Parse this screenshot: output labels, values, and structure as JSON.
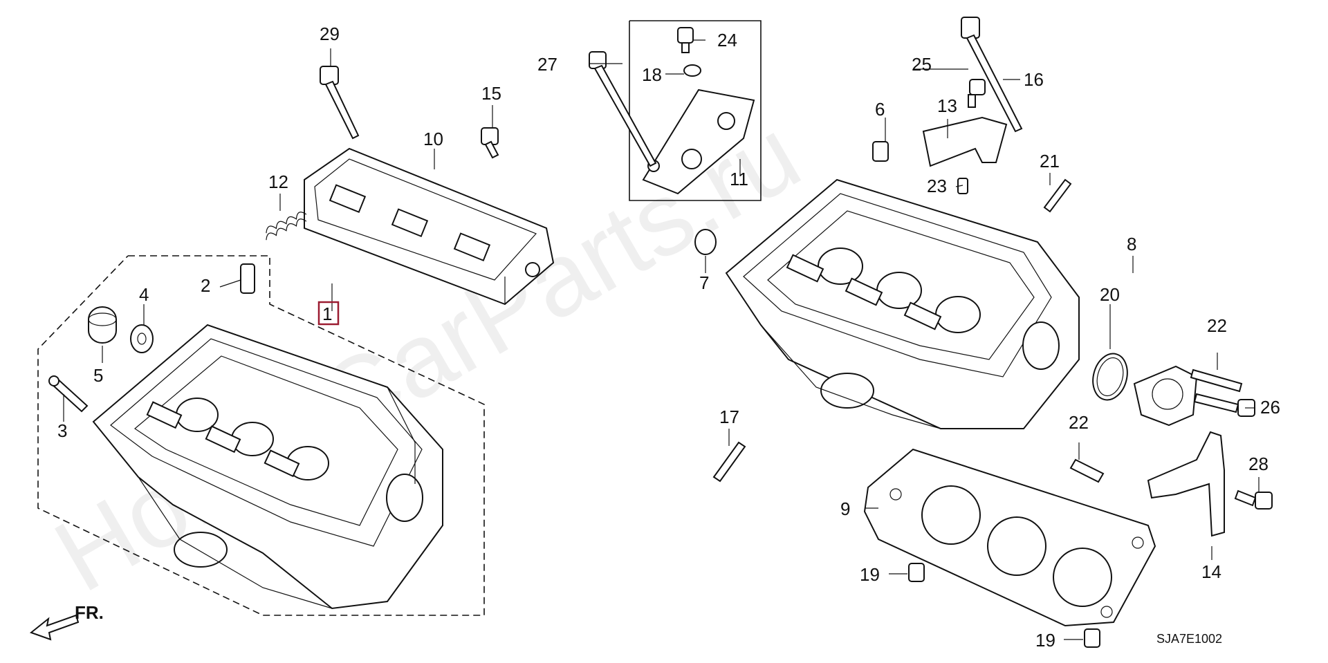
{
  "watermark": "HondaCarParts.ru",
  "diagram_code": "SJA7E1002",
  "front_marker": "FR.",
  "callouts": [
    {
      "id": "1",
      "highlighted": true
    },
    {
      "id": "2"
    },
    {
      "id": "3"
    },
    {
      "id": "4"
    },
    {
      "id": "5"
    },
    {
      "id": "6"
    },
    {
      "id": "7"
    },
    {
      "id": "8"
    },
    {
      "id": "9"
    },
    {
      "id": "10"
    },
    {
      "id": "11"
    },
    {
      "id": "12"
    },
    {
      "id": "13"
    },
    {
      "id": "14"
    },
    {
      "id": "15"
    },
    {
      "id": "16"
    },
    {
      "id": "17"
    },
    {
      "id": "18"
    },
    {
      "id": "19"
    },
    {
      "id": "19"
    },
    {
      "id": "20"
    },
    {
      "id": "21"
    },
    {
      "id": "22"
    },
    {
      "id": "22"
    },
    {
      "id": "23"
    },
    {
      "id": "24"
    },
    {
      "id": "25"
    },
    {
      "id": "26"
    },
    {
      "id": "27"
    },
    {
      "id": "28"
    },
    {
      "id": "29"
    }
  ],
  "highlight_color": "#9b1b30"
}
